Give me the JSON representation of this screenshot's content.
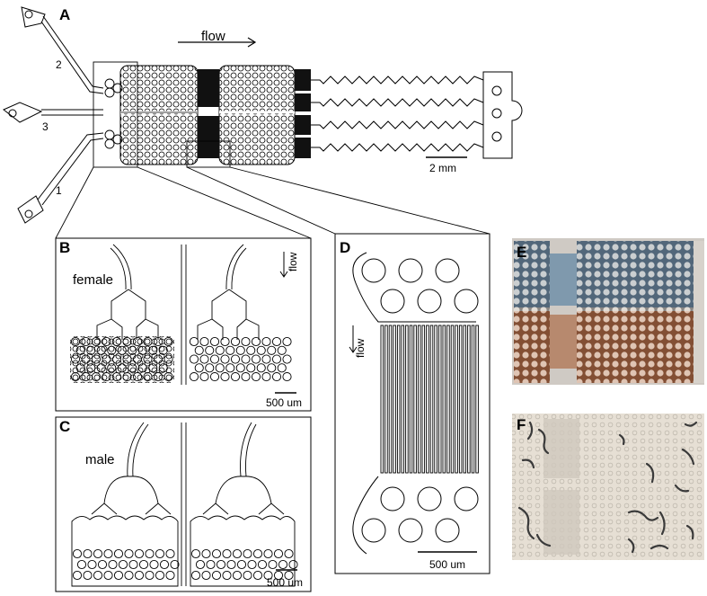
{
  "panels": {
    "a": {
      "letter": "A",
      "flow_label": "flow",
      "scale_label": "2 mm",
      "inlet_labels": [
        "2",
        "3",
        "1"
      ]
    },
    "b": {
      "letter": "B",
      "flow_label": "flow",
      "sex_label": "female",
      "scale_label": "500 um"
    },
    "c": {
      "letter": "C",
      "sex_label": "male",
      "scale_label": "500 um"
    },
    "d": {
      "letter": "D",
      "flow_label": "flow",
      "scale_label": "500 um"
    },
    "e": {
      "letter": "E"
    },
    "f": {
      "letter": "F"
    }
  },
  "colors": {
    "ink": "#000000",
    "photo_blue": "#6f93b3",
    "photo_orange": "#c26a3c",
    "photo_bg": "#cfcac4",
    "worm": "#3a3a3a"
  }
}
